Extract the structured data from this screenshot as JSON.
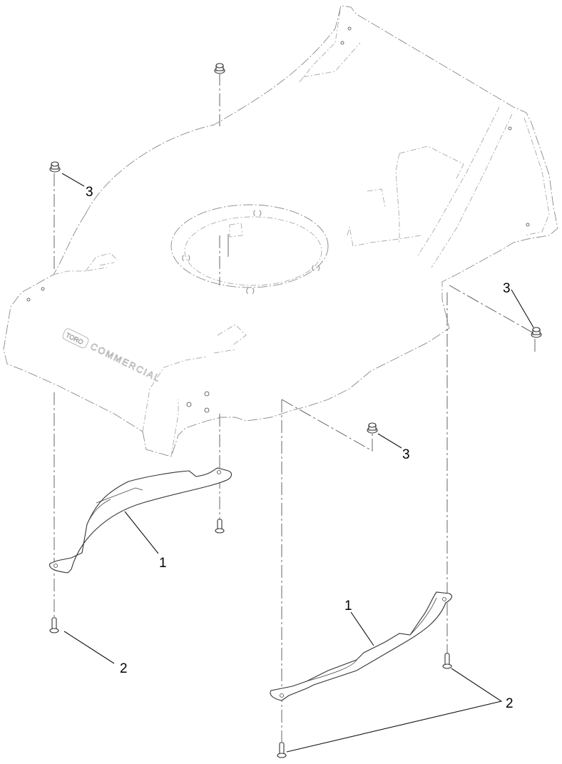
{
  "diagram": {
    "type": "exploded parts view",
    "subject": "mower deck with baffles",
    "deck_emboss_text": "COMMERCIAL",
    "deck_badge_text": "TORO",
    "callouts": [
      {
        "id": "callout-3-top-left",
        "label": "3",
        "part": "flange nut"
      },
      {
        "id": "callout-3-right",
        "label": "3",
        "part": "flange nut"
      },
      {
        "id": "callout-3-center",
        "label": "3",
        "part": "flange nut"
      },
      {
        "id": "callout-1-left",
        "label": "1",
        "part": "baffle"
      },
      {
        "id": "callout-1-right",
        "label": "1",
        "part": "baffle"
      },
      {
        "id": "callout-2-left",
        "label": "2",
        "part": "bolt"
      },
      {
        "id": "callout-2-right",
        "label": "2",
        "part": "bolt"
      }
    ]
  }
}
